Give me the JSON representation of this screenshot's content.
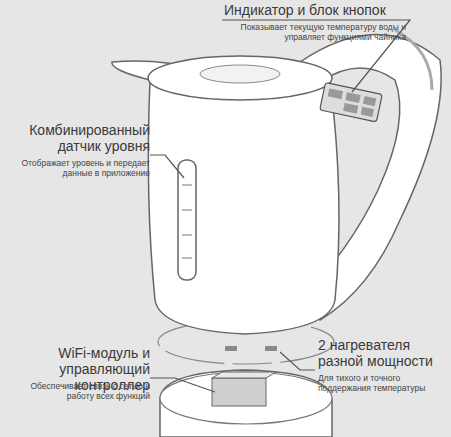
{
  "diagram": {
    "labels": [
      "Индикатор и блок кнопок",
      "Показывает текущую температуру воды и управляет функциями чайника",
      "Комбинированный датчик уровня",
      "Отображает уровень и передает данные в приложение",
      "WiFi-модуль и управляющий контроллер",
      "Обеспечивает связь с сетью и работу всех функций",
      "2 нагревателя разной мощности",
      "Для тихого и точного поддержания температуры"
    ]
  }
}
